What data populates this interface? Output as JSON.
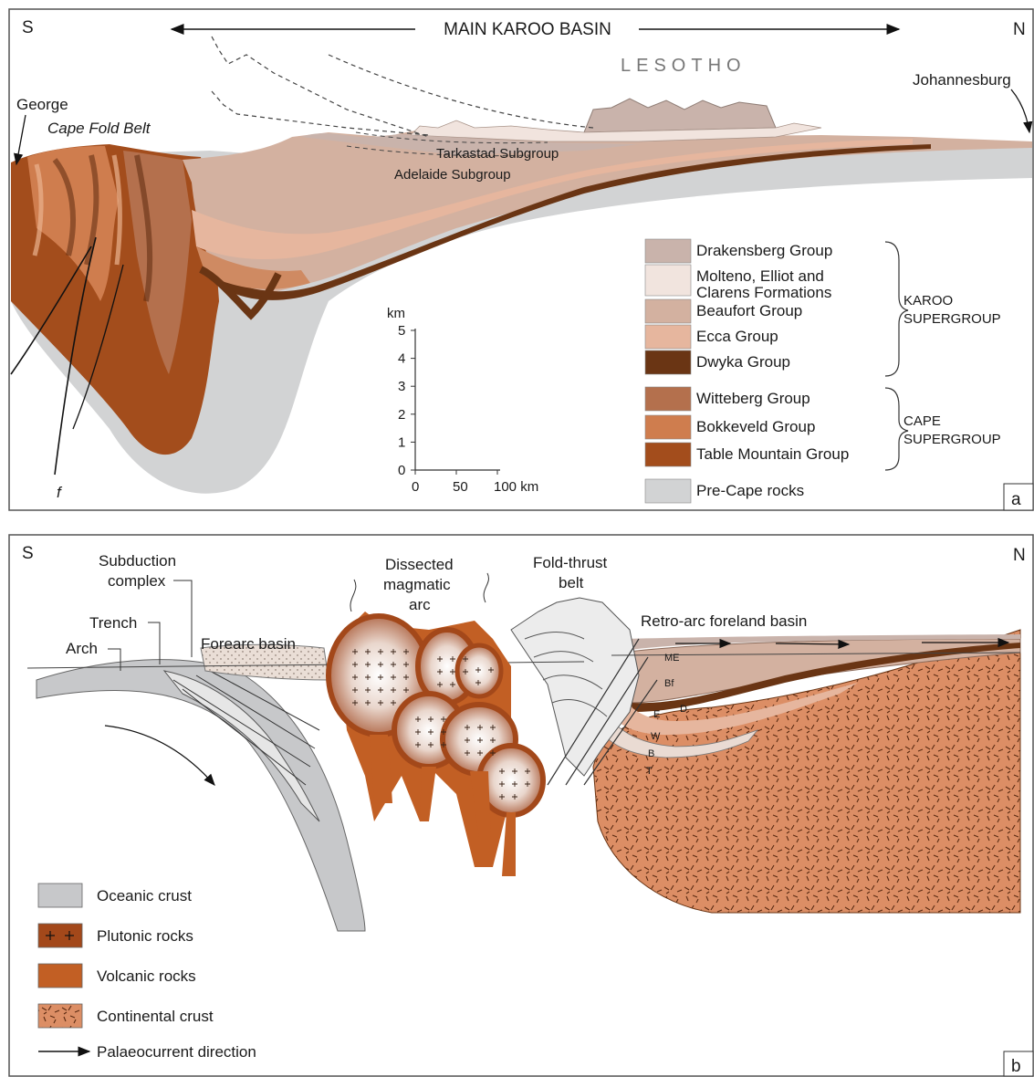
{
  "panel_a": {
    "south": "S",
    "north": "N",
    "header": "MAIN KAROO BASIN",
    "lesotho": "LESOTHO",
    "george": "George",
    "cape_fold_belt": "Cape Fold Belt",
    "johannesburg": "Johannesburg",
    "tarkastad": "Tarkastad Subgroup",
    "adelaide": "Adelaide Subgroup",
    "fault_label": "f",
    "panel_letter": "a",
    "scale": {
      "unit_label": "km",
      "vertical_ticks": [
        "5",
        "4",
        "3",
        "2",
        "1",
        "0"
      ],
      "horizontal_ticks": [
        "0",
        "50",
        "100 km"
      ]
    },
    "legend": [
      {
        "label": "Drakensberg Group",
        "color": "#c9b3ab"
      },
      {
        "label": "Molteno, Elliot and",
        "label2": "Clarens Formations",
        "color": "#f1e4de"
      },
      {
        "label": "Beaufort Group",
        "color": "#d3b1a0"
      },
      {
        "label": "Ecca Group",
        "color": "#e6b69e"
      },
      {
        "label": "Dwyka Group",
        "color": "#6a3514"
      },
      {
        "label": "Witteberg Group",
        "color": "#b4704d"
      },
      {
        "label": "Bokkeveld Group",
        "color": "#cf7d4e"
      },
      {
        "label": "Table Mountain Group",
        "color": "#a34d1c"
      },
      {
        "label": "Pre-Cape rocks",
        "color": "#d2d3d4"
      }
    ],
    "karoo_super_1": "KAROO",
    "karoo_super_2": "SUPERGROUP",
    "cape_super_1": "CAPE",
    "cape_super_2": "SUPERGROUP"
  },
  "panel_b": {
    "south": "S",
    "north": "N",
    "subduction_1": "Subduction",
    "subduction_2": "complex",
    "trench": "Trench",
    "arch": "Arch",
    "forearc": "Forearc basin",
    "arc_1": "Dissected",
    "arc_2": "magmatic",
    "arc_3": "arc",
    "fold_1": "Fold-thrust",
    "fold_2": "belt",
    "retro": "Retro-arc foreland basin",
    "unit_me": "ME",
    "unit_bf": "Bf",
    "unit_e": "E",
    "unit_d": "D",
    "unit_w": "W",
    "unit_b": "B",
    "unit_t": "T",
    "panel_letter": "b",
    "legend": [
      {
        "label": "Oceanic crust",
        "color": "#c7c8ca"
      },
      {
        "label": "Plutonic rocks",
        "color": "#a3481a"
      },
      {
        "label": "Volcanic rocks",
        "color": "#c25f24"
      },
      {
        "label": "Continental crust",
        "color": "#dc8e65"
      }
    ],
    "palaeo": "Palaeocurrent direction"
  }
}
